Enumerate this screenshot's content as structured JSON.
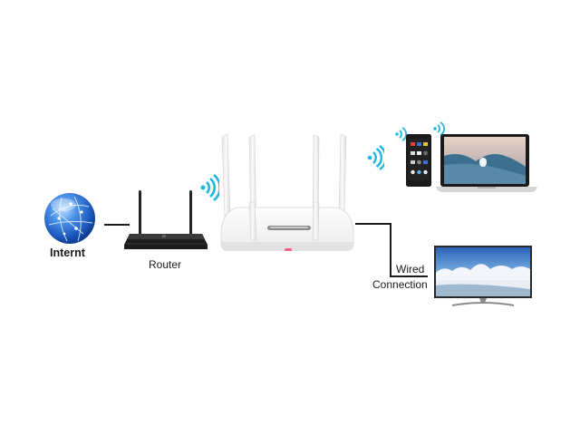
{
  "diagram": {
    "type": "network-topology",
    "nodes": [
      {
        "id": "internet",
        "label": "Internt",
        "icon": "globe-icon"
      },
      {
        "id": "modem-router",
        "label": "Router",
        "icon": "router-icon"
      },
      {
        "id": "wifi-extender",
        "label": "",
        "icon": "wireless-router-icon"
      },
      {
        "id": "phone",
        "label": "",
        "icon": "smartphone-icon"
      },
      {
        "id": "laptop",
        "label": "",
        "icon": "laptop-icon"
      },
      {
        "id": "tv",
        "label": "",
        "icon": "tv-icon"
      }
    ],
    "connections": [
      {
        "from": "internet",
        "to": "modem-router",
        "type": "wired"
      },
      {
        "from": "modem-router",
        "to": "wifi-extender",
        "type": "wireless"
      },
      {
        "from": "wifi-extender",
        "to": "phone",
        "type": "wireless"
      },
      {
        "from": "wifi-extender",
        "to": "laptop",
        "type": "wireless"
      },
      {
        "from": "wifi-extender",
        "to": "tv",
        "type": "wired",
        "label": "Wired Connection"
      }
    ]
  },
  "labels": {
    "internet": "Internt",
    "router": "Router",
    "wired_line1": "Wired",
    "wired_line2": "Connection"
  },
  "colors": {
    "wifi": "#1fb6e0",
    "globe": "#2a6fd0",
    "line": "#1a1a1a",
    "router_dark": "#1c1c1c",
    "router_white": "#f2f2f2",
    "led": "#f06080"
  }
}
